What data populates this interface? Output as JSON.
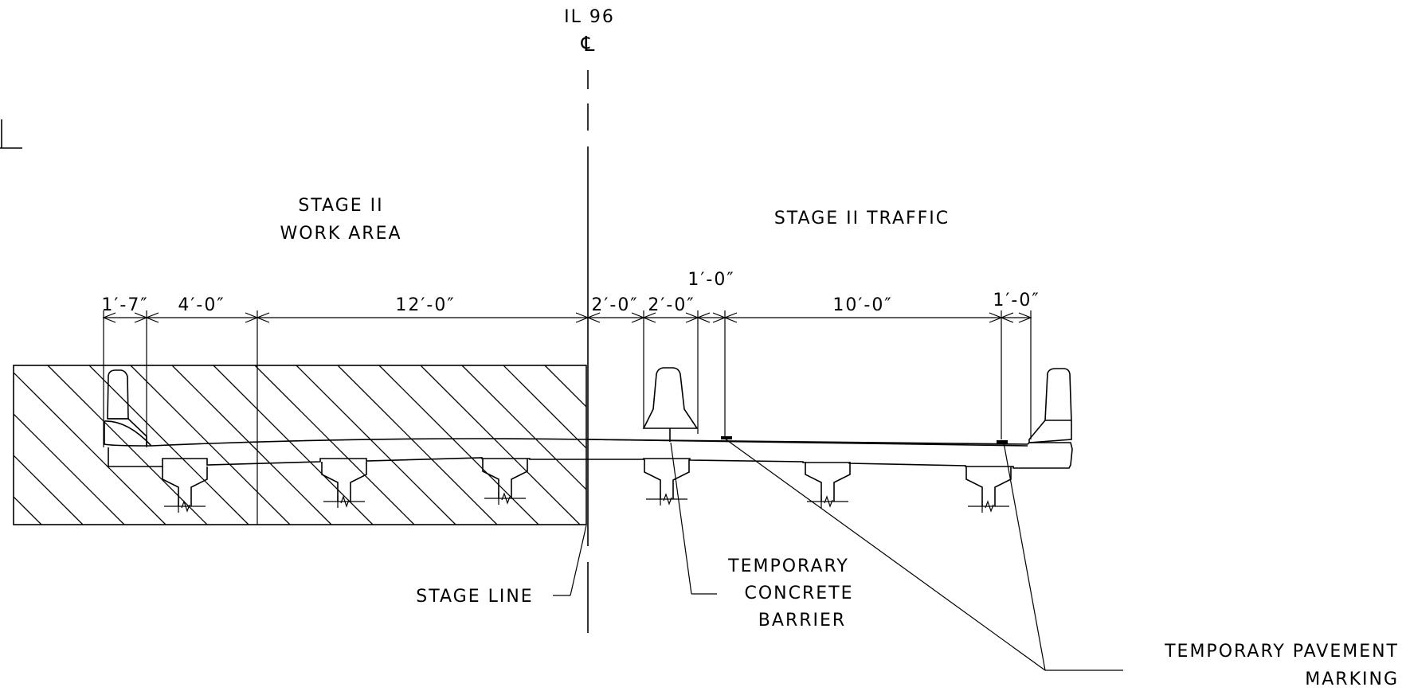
{
  "centerline": {
    "route": "IL 96",
    "symbol": "℄"
  },
  "areas": {
    "work_line1": "STAGE II",
    "work_line2": "WORK AREA",
    "traffic": "STAGE II TRAFFIC"
  },
  "dimensions": {
    "d1": "1′-7″",
    "d2": "4′-0″",
    "d3": "12′-0″",
    "d4": "2′-0″",
    "d5": "2′-0″",
    "d6": "1′-0″",
    "d7": "10′-0″",
    "d8": "1′-0″"
  },
  "callouts": {
    "stage_line": "STAGE LINE",
    "barrier_line1": "TEMPORARY",
    "barrier_line2": "CONCRETE",
    "barrier_line3": "BARRIER",
    "marking_line1": "TEMPORARY PAVEMENT",
    "marking_line2": "MARKING"
  }
}
